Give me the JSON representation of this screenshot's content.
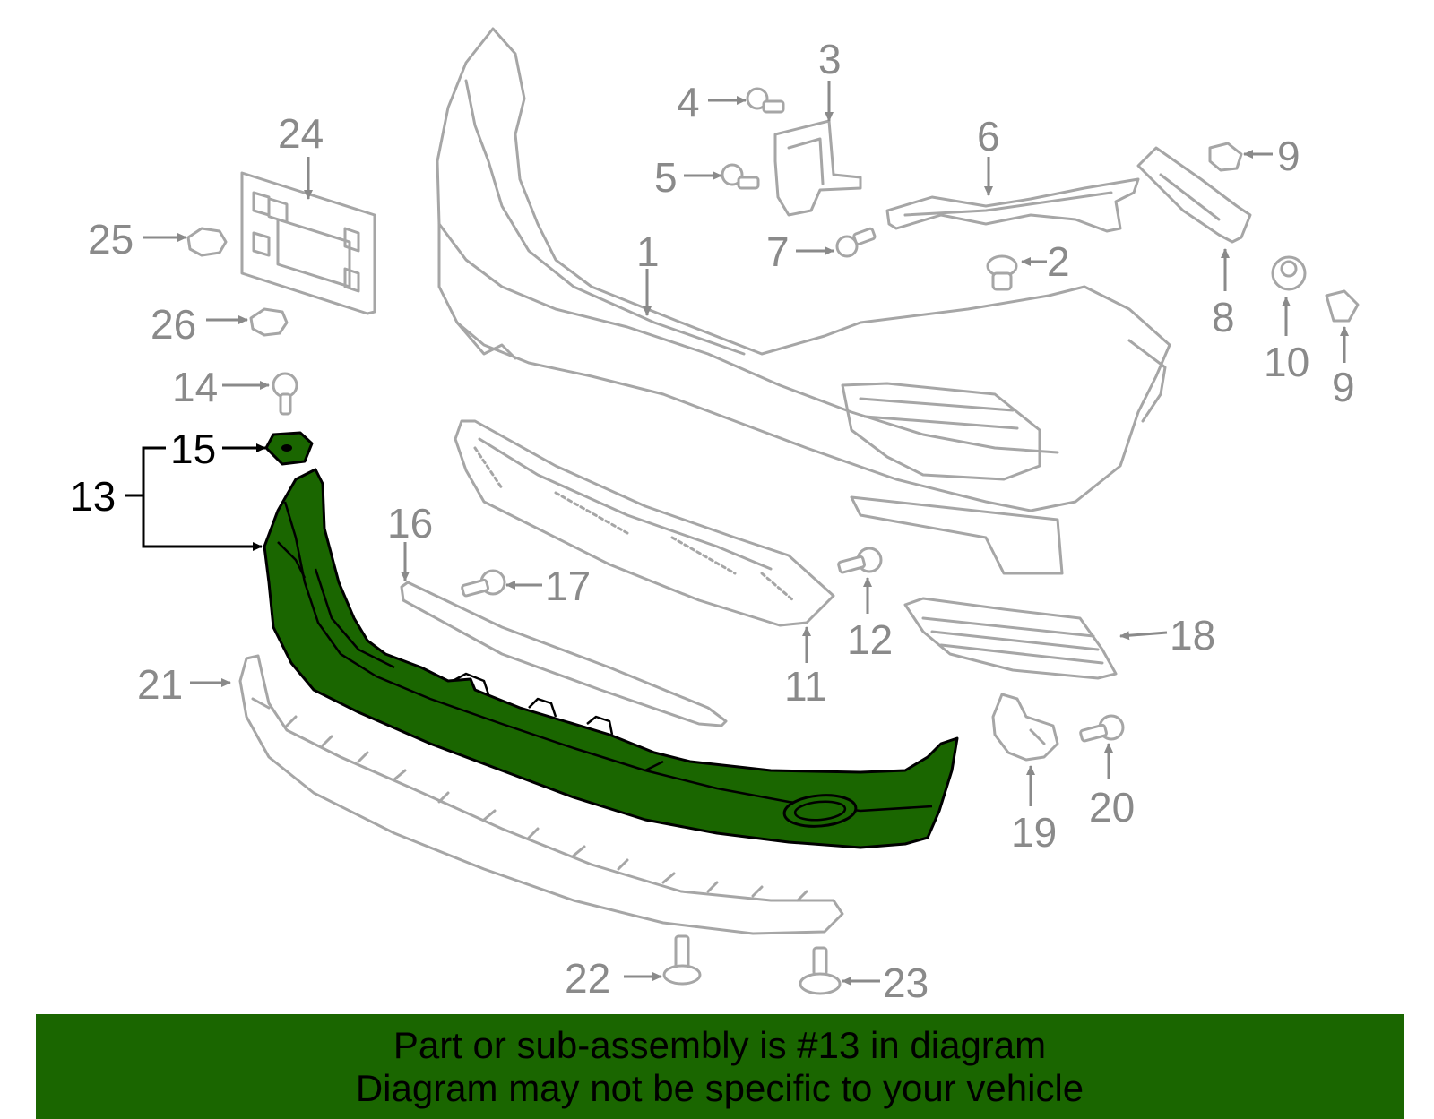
{
  "highlighted_part": "13",
  "callouts": {
    "c1": "1",
    "c2": "2",
    "c3": "3",
    "c4": "4",
    "c5": "5",
    "c6": "6",
    "c7": "7",
    "c8": "8",
    "c9a": "9",
    "c9b": "9",
    "c10": "10",
    "c11": "11",
    "c12": "12",
    "c13": "13",
    "c14": "14",
    "c15": "15",
    "c16": "16",
    "c17": "17",
    "c18": "18",
    "c19": "19",
    "c20": "20",
    "c21": "21",
    "c22": "22",
    "c23": "23",
    "c24": "24",
    "c25": "25",
    "c26": "26"
  },
  "banner": {
    "line1": "Part or sub-assembly is #13 in diagram",
    "line2": "Diagram may not be specific to your vehicle"
  },
  "colors": {
    "highlight": "#1a6600",
    "outline": "#a6a6a6",
    "label": "#8a8a8a",
    "banner_bg": "#1a6600"
  }
}
